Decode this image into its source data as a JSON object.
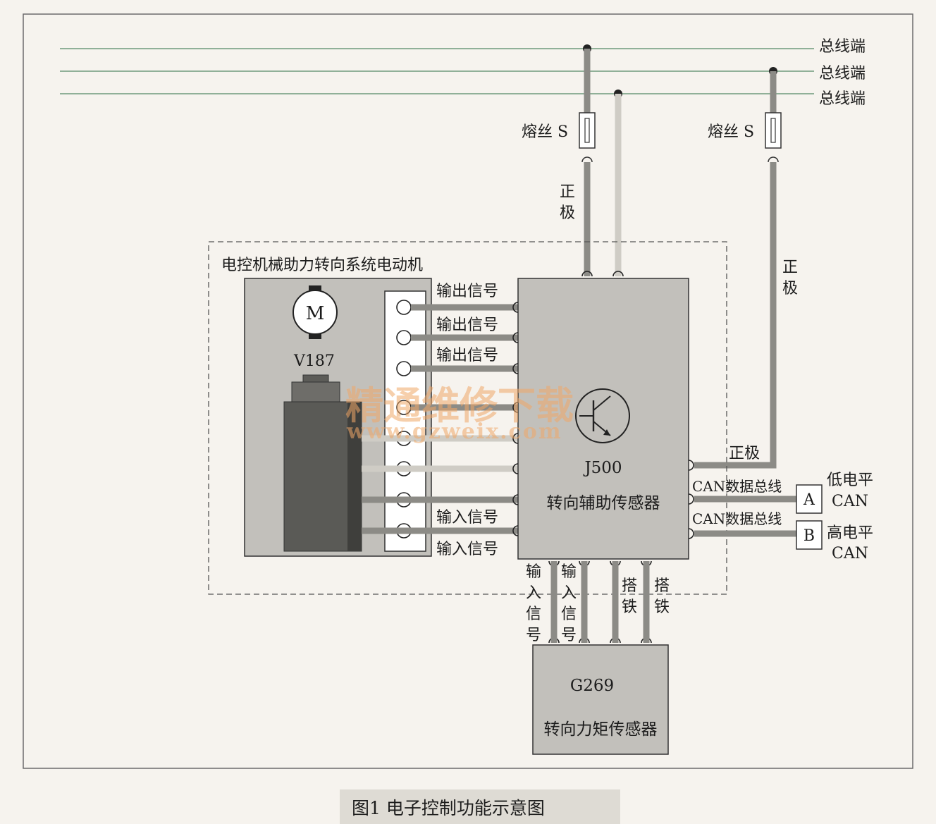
{
  "bus": {
    "labels": [
      "总线端",
      "总线端",
      "总线端"
    ]
  },
  "fuses": [
    {
      "label": "熔丝 S"
    },
    {
      "label": "熔丝 S"
    }
  ],
  "wire_labels": {
    "positive_1": [
      "正",
      "极"
    ],
    "positive_2": [
      "正",
      "极"
    ],
    "positive_3": "正极",
    "can_low": "CAN数据总线",
    "can_high": "CAN数据总线",
    "input_1": [
      "输",
      "入",
      "信",
      "号"
    ],
    "input_2": [
      "输",
      "入",
      "信",
      "号"
    ],
    "ground_1": [
      "搭",
      "铁"
    ],
    "ground_2": [
      "搭",
      "铁"
    ]
  },
  "motor_system": {
    "title": "电控机械助力转向系统电动机",
    "motor_symbol": "M",
    "motor_id": "V187",
    "signals": [
      "输出信号",
      "输出信号",
      "输出信号",
      "输入信号",
      "输入信号"
    ]
  },
  "j500": {
    "id": "J500",
    "name": "转向辅助传感器"
  },
  "g269": {
    "id": "G269",
    "name": "转向力矩传感器"
  },
  "can_terminals": [
    {
      "letter": "A",
      "line1": "低电平",
      "line2": "CAN"
    },
    {
      "letter": "B",
      "line1": "高电平",
      "line2": "CAN"
    }
  ],
  "watermark": {
    "line1": "精通维修下载",
    "line2": "www.gzweix.com"
  },
  "caption": "图1  电子控制功能示意图"
}
